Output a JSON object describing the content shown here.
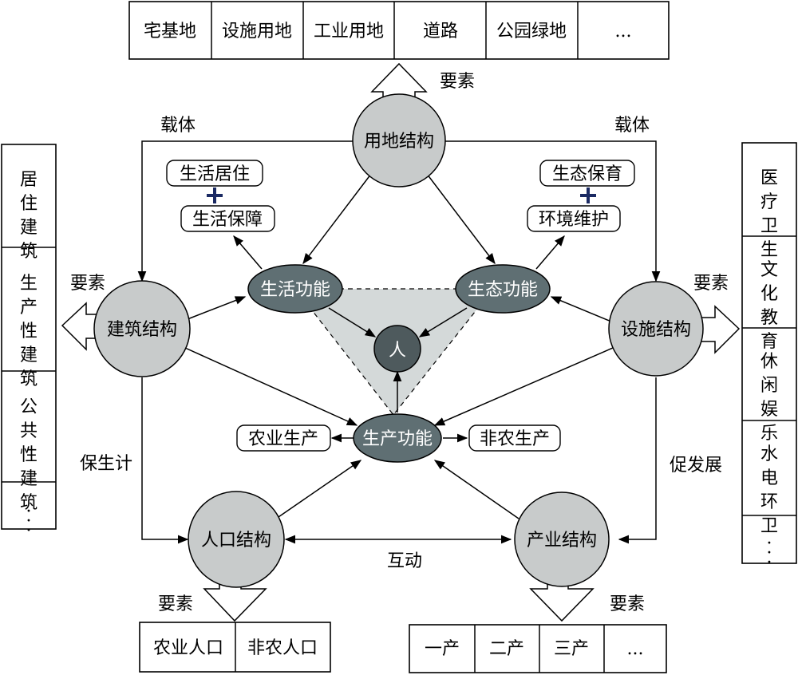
{
  "colors": {
    "structure_node": "#c8cbcb",
    "function_node": "#5f6f73",
    "center_node": "#4e5a5d",
    "triangle_fill": "#d4d9d9",
    "plus_sign": "#1b2a63"
  },
  "nodes": {
    "land_structure": "用地结构",
    "building_structure": "建筑结构",
    "facility_structure": "设施结构",
    "population_structure": "人口结构",
    "industry_structure": "产业结构",
    "living_function": "生活功能",
    "ecological_function": "生态功能",
    "production_function": "生产功能",
    "person": "人"
  },
  "land_elements": [
    "宅基地",
    "设施用地",
    "工业用地",
    "道路",
    "公园绿地",
    "..."
  ],
  "building_elements": [
    "居住建筑",
    "生产性建筑",
    "公共性建筑",
    "···"
  ],
  "facility_elements": [
    "医疗卫生",
    "文化教育",
    "休闲娱乐",
    "水电环卫",
    "···"
  ],
  "population_elements": [
    "农业人口",
    "非农人口"
  ],
  "industry_elements": [
    "一产",
    "二产",
    "三产",
    "..."
  ],
  "living_sub": [
    "生活居住",
    "生活保障"
  ],
  "ecological_sub": [
    "生态保育",
    "环境维护"
  ],
  "production_sub": [
    "农业生产",
    "非农生产"
  ],
  "edge_labels": {
    "element_top": "要素",
    "element_left": "要素",
    "element_right": "要素",
    "element_bottom_left": "要素",
    "element_bottom_right": "要素",
    "carrier_left": "载体",
    "carrier_right": "载体",
    "livelihood": "保生计",
    "development": "促发展",
    "interaction": "互动"
  }
}
